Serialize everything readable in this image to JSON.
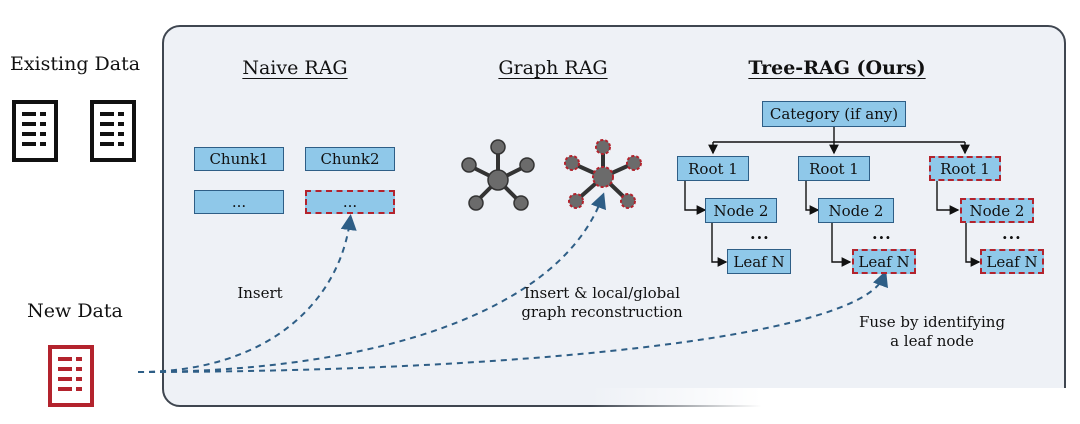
{
  "labels": {
    "existing_data": "Existing Data",
    "new_data": "New Data"
  },
  "naive": {
    "title": "Naive RAG",
    "chunk1": "Chunk1",
    "chunk2": "Chunk2",
    "ellipsis": "...",
    "caption": "Insert"
  },
  "graph": {
    "title": "Graph RAG",
    "caption_line1": "Insert & local/global",
    "caption_line2": "graph reconstruction"
  },
  "tree": {
    "title": "Tree-RAG (Ours)",
    "category": "Category (if any)",
    "root": "Root 1",
    "node": "Node 2",
    "vdots": "...",
    "leaf": "Leaf N",
    "caption_line1": "Fuse by identifying",
    "caption_line2": "a leaf node"
  },
  "colors": {
    "box_fill": "#8fc8e9",
    "box_border": "#2e5e86",
    "new_red": "#b3232d",
    "panel_bg": "#eef1f6",
    "arrow_blue": "#2e5e86",
    "graph_node": "#6b6b6b"
  }
}
